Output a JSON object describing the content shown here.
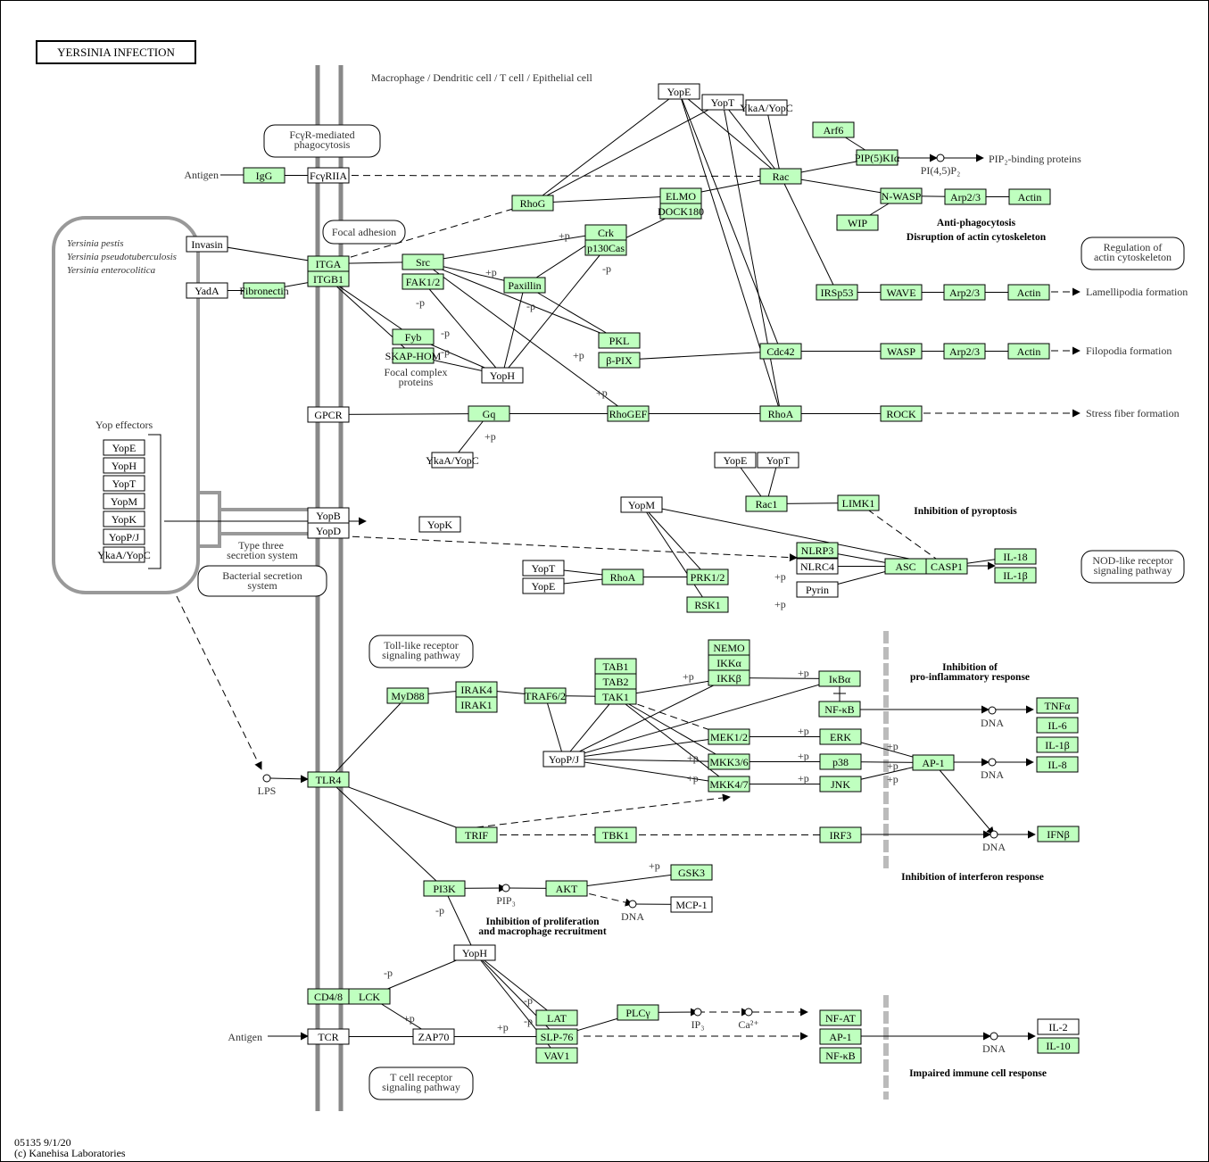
{
  "title": "YERSINIA INFECTION",
  "cell_label": "Macrophage / Dendritic cell / T cell / Epithelial cell",
  "footer": {
    "id_date": "05135 9/1/20",
    "copyright": "(c) Kanehisa Laboratories"
  },
  "colors": {
    "gene_fill": "#bfffbf",
    "other_fill": "#ffffff",
    "membrane": "#888888",
    "divider": "#bbbbbb"
  },
  "bacteria": {
    "species": [
      "Yersinia pestis",
      "Yersinia pseudotuberculosis",
      "Yersinia enterocolitica"
    ],
    "yop_effectors_label": "Yop effectors",
    "yop_effectors": [
      "YopE",
      "YopH",
      "YopT",
      "YopM",
      "YopK",
      "YopP/J",
      "YkaA/YopC"
    ],
    "t3ss_label": "Type three secretion system"
  },
  "map_links": [
    {
      "id": "fcgr",
      "label": "FcγR-mediated phagocytosis"
    },
    {
      "id": "focal",
      "label": "Focal adhesion"
    },
    {
      "id": "actin",
      "label": "Regulation of actin cytoskeleton"
    },
    {
      "id": "bss",
      "label": "Bacterial secretion system"
    },
    {
      "id": "nod",
      "label": "NOD-like receptor signaling pathway"
    },
    {
      "id": "tlr",
      "label": "Toll-like receptor signaling pathway"
    },
    {
      "id": "tcr",
      "label": "T cell receptor signaling pathway"
    }
  ],
  "nodes": [
    {
      "id": "igg",
      "label": "IgG",
      "type": "gene"
    },
    {
      "id": "fcgr2a",
      "label": "FcγRIIA",
      "type": "other"
    },
    {
      "id": "invasin",
      "label": "Invasin",
      "type": "other"
    },
    {
      "id": "yada",
      "label": "YadA",
      "type": "other"
    },
    {
      "id": "fibronectin",
      "label": "Fibronectin",
      "type": "gene"
    },
    {
      "id": "itga",
      "label": "ITGA",
      "type": "gene"
    },
    {
      "id": "itgb1",
      "label": "ITGB1",
      "type": "gene"
    },
    {
      "id": "src",
      "label": "Src",
      "type": "gene"
    },
    {
      "id": "fak",
      "label": "FAK1/2",
      "type": "gene"
    },
    {
      "id": "paxillin",
      "label": "Paxillin",
      "type": "gene"
    },
    {
      "id": "crk",
      "label": "Crk",
      "type": "gene"
    },
    {
      "id": "p130cas",
      "label": "p130Cas",
      "type": "gene"
    },
    {
      "id": "rhog",
      "label": "RhoG",
      "type": "gene"
    },
    {
      "id": "elmo",
      "label": "ELMO",
      "type": "gene"
    },
    {
      "id": "dock180",
      "label": "DOCK180",
      "type": "gene"
    },
    {
      "id": "yope_top",
      "label": "YopE",
      "type": "other"
    },
    {
      "id": "yopt_top",
      "label": "YopT",
      "type": "other"
    },
    {
      "id": "ykaa_top",
      "label": "YkaA/YopC",
      "type": "other"
    },
    {
      "id": "rac",
      "label": "Rac",
      "type": "gene"
    },
    {
      "id": "arf6",
      "label": "Arf6",
      "type": "gene"
    },
    {
      "id": "pip5k",
      "label": "PIP(5)KIα",
      "type": "gene"
    },
    {
      "id": "nwasp",
      "label": "N-WASP",
      "type": "gene"
    },
    {
      "id": "wip",
      "label": "WIP",
      "type": "gene"
    },
    {
      "id": "arp23_a",
      "label": "Arp2/3",
      "type": "gene"
    },
    {
      "id": "actin_a",
      "label": "Actin",
      "type": "gene"
    },
    {
      "id": "irsp53",
      "label": "IRSp53",
      "type": "gene"
    },
    {
      "id": "wave",
      "label": "WAVE",
      "type": "gene"
    },
    {
      "id": "arp23_b",
      "label": "Arp2/3",
      "type": "gene"
    },
    {
      "id": "actin_b",
      "label": "Actin",
      "type": "gene"
    },
    {
      "id": "fyb",
      "label": "Fyb",
      "type": "gene"
    },
    {
      "id": "skap",
      "label": "SKAP-HOM",
      "type": "gene"
    },
    {
      "id": "yoph_a",
      "label": "YopH",
      "type": "other"
    },
    {
      "id": "pkl",
      "label": "PKL",
      "type": "gene"
    },
    {
      "id": "bpix",
      "label": "β-PIX",
      "type": "gene"
    },
    {
      "id": "cdc42",
      "label": "Cdc42",
      "type": "gene"
    },
    {
      "id": "wasp",
      "label": "WASP",
      "type": "gene"
    },
    {
      "id": "arp23_c",
      "label": "Arp2/3",
      "type": "gene"
    },
    {
      "id": "actin_c",
      "label": "Actin",
      "type": "gene"
    },
    {
      "id": "gpcr",
      "label": "GPCR",
      "type": "other"
    },
    {
      "id": "gq",
      "label": "Gq",
      "type": "gene"
    },
    {
      "id": "ykaa_mid",
      "label": "YkaA/YopC",
      "type": "other"
    },
    {
      "id": "rhogef",
      "label": "RhoGEF",
      "type": "gene"
    },
    {
      "id": "rhoa_a",
      "label": "RhoA",
      "type": "gene"
    },
    {
      "id": "rock",
      "label": "ROCK",
      "type": "gene"
    },
    {
      "id": "yope_mid",
      "label": "YopE",
      "type": "other"
    },
    {
      "id": "yopt_mid",
      "label": "YopT",
      "type": "other"
    },
    {
      "id": "rac1",
      "label": "Rac1",
      "type": "gene"
    },
    {
      "id": "limk1",
      "label": "LIMK1",
      "type": "gene"
    },
    {
      "id": "yopb",
      "label": "YopB",
      "type": "other"
    },
    {
      "id": "yopd",
      "label": "YopD",
      "type": "other"
    },
    {
      "id": "yopk",
      "label": "YopK",
      "type": "other"
    },
    {
      "id": "yopm",
      "label": "YopM",
      "type": "other"
    },
    {
      "id": "nlrp3",
      "label": "NLRP3",
      "type": "gene"
    },
    {
      "id": "nlrc4",
      "label": "NLRC4",
      "type": "other"
    },
    {
      "id": "pyrin",
      "label": "Pyrin",
      "type": "other"
    },
    {
      "id": "asc",
      "label": "ASC",
      "type": "gene"
    },
    {
      "id": "casp1",
      "label": "CASP1",
      "type": "gene"
    },
    {
      "id": "il18",
      "label": "IL-18",
      "type": "gene"
    },
    {
      "id": "il1b_a",
      "label": "IL-1β",
      "type": "gene"
    },
    {
      "id": "yopt_low",
      "label": "YopT",
      "type": "other"
    },
    {
      "id": "yope_low",
      "label": "YopE",
      "type": "other"
    },
    {
      "id": "rhoa_b",
      "label": "RhoA",
      "type": "gene"
    },
    {
      "id": "prk12",
      "label": "PRK1/2",
      "type": "gene"
    },
    {
      "id": "rsk1",
      "label": "RSK1",
      "type": "gene"
    },
    {
      "id": "tlr4",
      "label": "TLR4",
      "type": "gene"
    },
    {
      "id": "myd88",
      "label": "MyD88",
      "type": "gene"
    },
    {
      "id": "irak4",
      "label": "IRAK4",
      "type": "gene"
    },
    {
      "id": "irak1",
      "label": "IRAK1",
      "type": "gene"
    },
    {
      "id": "traf6",
      "label": "TRAF6/2",
      "type": "gene"
    },
    {
      "id": "tab1",
      "label": "TAB1",
      "type": "gene"
    },
    {
      "id": "tab2",
      "label": "TAB2",
      "type": "gene"
    },
    {
      "id": "tak1",
      "label": "TAK1",
      "type": "gene"
    },
    {
      "id": "yoppj",
      "label": "YopP/J",
      "type": "other"
    },
    {
      "id": "nemo",
      "label": "NEMO",
      "type": "gene"
    },
    {
      "id": "ikka",
      "label": "IKKα",
      "type": "gene"
    },
    {
      "id": "ikkb",
      "label": "IKKβ",
      "type": "gene"
    },
    {
      "id": "ikba",
      "label": "IκBα",
      "type": "gene"
    },
    {
      "id": "nfkb_a",
      "label": "NF-κB",
      "type": "gene"
    },
    {
      "id": "mek12",
      "label": "MEK1/2",
      "type": "gene"
    },
    {
      "id": "mkk36",
      "label": "MKK3/6",
      "type": "gene"
    },
    {
      "id": "mkk47",
      "label": "MKK4/7",
      "type": "gene"
    },
    {
      "id": "erk",
      "label": "ERK",
      "type": "gene"
    },
    {
      "id": "p38",
      "label": "p38",
      "type": "gene"
    },
    {
      "id": "jnk",
      "label": "JNK",
      "type": "gene"
    },
    {
      "id": "ap1_a",
      "label": "AP-1",
      "type": "gene"
    },
    {
      "id": "tnfa",
      "label": "TNFα",
      "type": "gene"
    },
    {
      "id": "il6",
      "label": "IL-6",
      "type": "gene"
    },
    {
      "id": "il1b_b",
      "label": "IL-1β",
      "type": "gene"
    },
    {
      "id": "il8",
      "label": "IL-8",
      "type": "gene"
    },
    {
      "id": "trif",
      "label": "TRIF",
      "type": "gene"
    },
    {
      "id": "tbk1",
      "label": "TBK1",
      "type": "gene"
    },
    {
      "id": "irf3",
      "label": "IRF3",
      "type": "gene"
    },
    {
      "id": "ifnb",
      "label": "IFNβ",
      "type": "gene"
    },
    {
      "id": "pi3k",
      "label": "PI3K",
      "type": "gene"
    },
    {
      "id": "akt",
      "label": "AKT",
      "type": "gene"
    },
    {
      "id": "gsk3",
      "label": "GSK3",
      "type": "gene"
    },
    {
      "id": "mcp1",
      "label": "MCP-1",
      "type": "other"
    },
    {
      "id": "yoph_b",
      "label": "YopH",
      "type": "other"
    },
    {
      "id": "cd48",
      "label": "CD4/8",
      "type": "gene"
    },
    {
      "id": "lck",
      "label": "LCK",
      "type": "gene"
    },
    {
      "id": "tcr",
      "label": "TCR",
      "type": "other"
    },
    {
      "id": "zap70",
      "label": "ZAP70",
      "type": "other"
    },
    {
      "id": "lat",
      "label": "LAT",
      "type": "gene"
    },
    {
      "id": "slp76",
      "label": "SLP-76",
      "type": "gene"
    },
    {
      "id": "vav1",
      "label": "VAV1",
      "type": "gene"
    },
    {
      "id": "plcg",
      "label": "PLCγ",
      "type": "gene"
    },
    {
      "id": "nfat",
      "label": "NF-AT",
      "type": "gene"
    },
    {
      "id": "ap1_b",
      "label": "AP-1",
      "type": "gene"
    },
    {
      "id": "nfkb_b",
      "label": "NF-κB",
      "type": "gene"
    },
    {
      "id": "il2",
      "label": "IL-2",
      "type": "other"
    },
    {
      "id": "il10",
      "label": "IL-10",
      "type": "gene"
    }
  ],
  "compounds": [
    {
      "id": "pi45p2",
      "label": "PI(4,5)P₂"
    },
    {
      "id": "lps",
      "label": "LPS"
    },
    {
      "id": "pip3",
      "label": "PIP₃"
    },
    {
      "id": "dna_mcp",
      "label": "DNA"
    },
    {
      "id": "dna_tnf",
      "label": "DNA"
    },
    {
      "id": "dna_il8",
      "label": "DNA"
    },
    {
      "id": "dna_ifn",
      "label": "DNA"
    },
    {
      "id": "ip3",
      "label": "IP₃"
    },
    {
      "id": "ca",
      "label": "Ca²⁺"
    },
    {
      "id": "dna_il2",
      "label": "DNA"
    }
  ],
  "labels": {
    "antigen_top": "Antigen",
    "antigen_bottom": "Antigen",
    "focal_complex": "Focal complex proteins",
    "pip2_binding": "PIP₂-binding proteins",
    "lamellipodia": "Lamellipodia formation",
    "filopodia": "Filopodia formation",
    "stress_fiber": "Stress fiber formation"
  },
  "outcomes": [
    "Anti-phagocytosis",
    "Disruption of actin cytoskeleton",
    "Inhibition of pyroptosis",
    "Inhibition of",
    "pro-inflammatory response",
    "Inhibition of interferon response",
    "Inhibition of proliferation",
    "and macrophage recruitment",
    "Impaired immune cell response"
  ],
  "modifications": {
    "phos": "+p",
    "dephos": "-p"
  }
}
